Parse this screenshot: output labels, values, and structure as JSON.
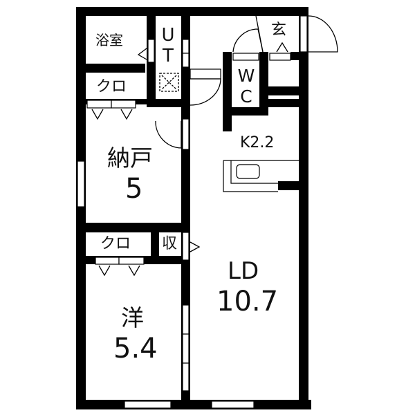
{
  "floor_plan": {
    "colors": {
      "wall": "#000000",
      "background": "#ffffff",
      "line": "#000000"
    },
    "rooms": [
      {
        "id": "bathroom",
        "name": "浴室",
        "size": null
      },
      {
        "id": "utility",
        "name": "UT",
        "name_chars": [
          "U",
          "T"
        ],
        "size": null
      },
      {
        "id": "closet-upper",
        "name": "クロ",
        "size": null
      },
      {
        "id": "storage-room",
        "name": "納戸",
        "size": "5"
      },
      {
        "id": "closet-lower",
        "name": "クロ",
        "size": null
      },
      {
        "id": "storage",
        "name": "収",
        "size": null
      },
      {
        "id": "western-room",
        "name": "洋",
        "size": "5.4"
      },
      {
        "id": "entrance",
        "name": "玄",
        "size": null
      },
      {
        "id": "toilet",
        "name": "WC",
        "name_chars": [
          "W",
          "C"
        ],
        "size": null
      },
      {
        "id": "kitchen",
        "name": "K2.2",
        "size": null
      },
      {
        "id": "living-dining",
        "name": "LD",
        "size": "10.7"
      }
    ]
  }
}
